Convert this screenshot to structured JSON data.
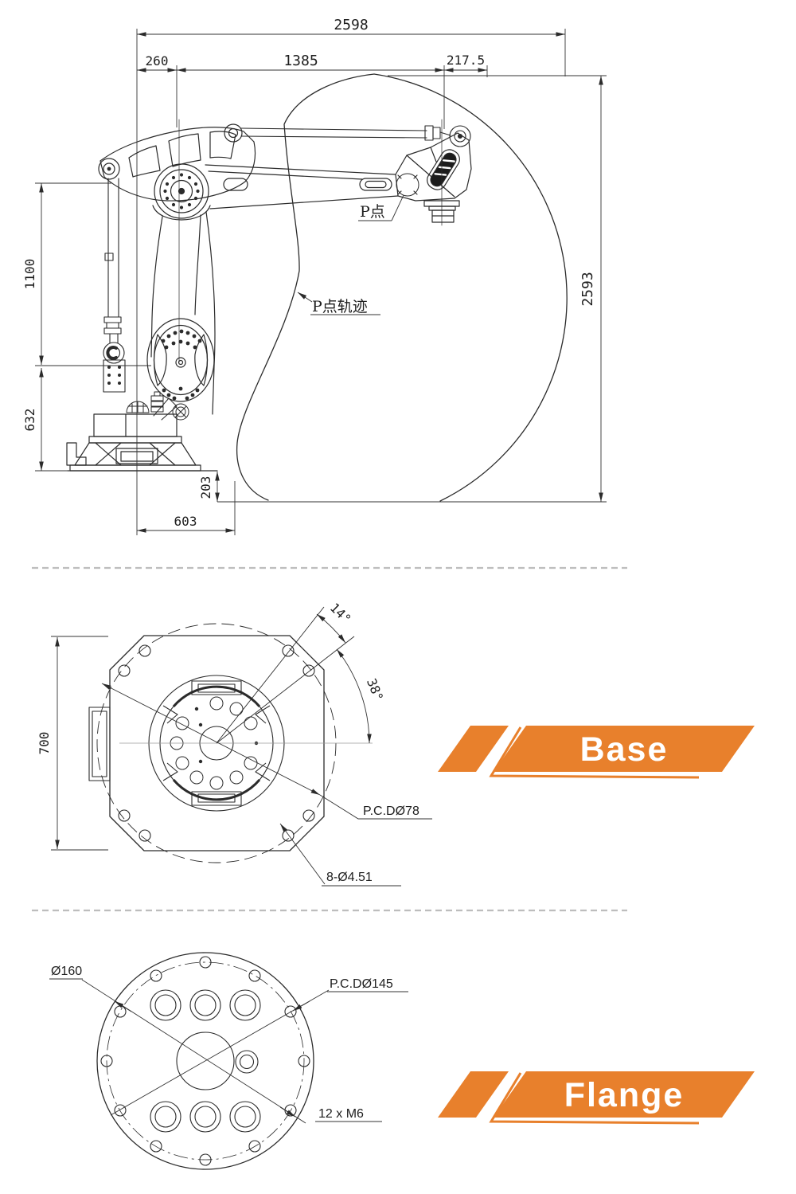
{
  "colors": {
    "accent": "#E8802C",
    "line": "#2b2b2b",
    "divider": "#bdbdbd"
  },
  "side_view": {
    "description": "palletizing-robot side elevation with P-point work envelope",
    "dim_2598": "2598",
    "dim_260": "260",
    "dim_1385": "1385",
    "dim_217_5": "217.5",
    "dim_2593": "2593",
    "dim_1100": "1100",
    "dim_632": "632",
    "dim_203": "203",
    "dim_603": "603",
    "label_p_point": "P点",
    "label_p_trace": "P点轨迹"
  },
  "base_view": {
    "dim_700": "700",
    "dim_angle_14": "14°",
    "dim_angle_38": "38°",
    "label_pcd": "P.C.DØ78",
    "label_holes": "8-Ø4.51",
    "banner_label": "Base"
  },
  "flange_view": {
    "label_outer_dia": "Ø160",
    "label_pcd": "P.C.DØ145",
    "label_holes": "12 x M6",
    "banner_label": "Flange"
  }
}
